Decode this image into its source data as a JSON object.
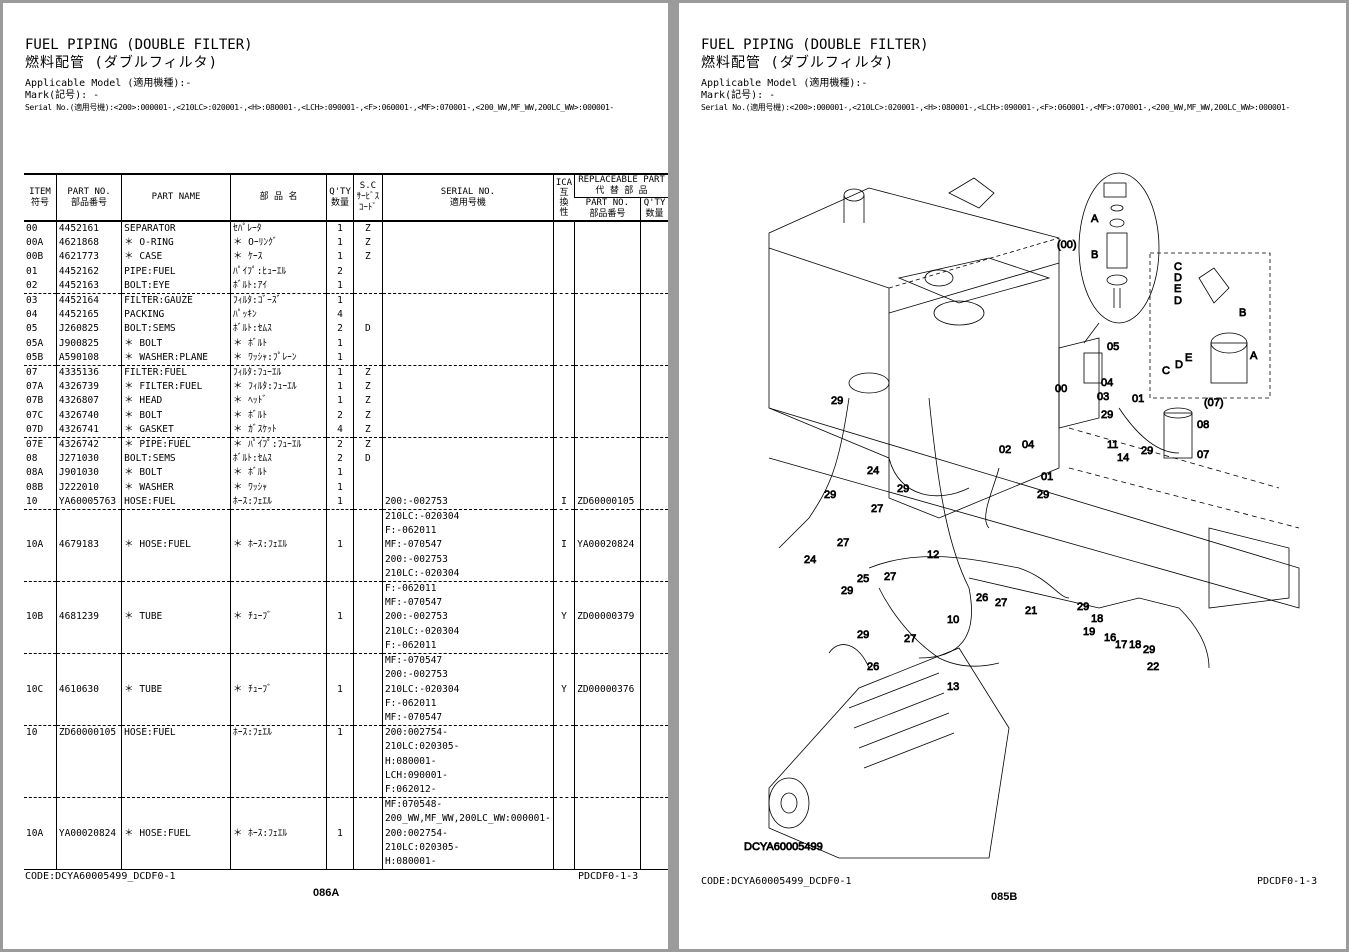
{
  "left": {
    "title_en": "FUEL PIPING (DOUBLE FILTER)",
    "title_jp": "燃料配管 (ダブルフィルタ)",
    "applicable_model": "Applicable Model (適用機種):-",
    "mark": "Mark(記号): -",
    "serial": "Serial No.(適用号機):<200>:000001-,<210LC>:020001-,<H>:080001-,<LCH>:090001-,<F>:060001-,<MF>:070001-,<200_WW,MF_WW,200LC_WW>:000001-",
    "code": "CODE:DCYA60005499_DCDF0-1",
    "ref": "PDCDF0-1-3",
    "page_number": "086A",
    "table": {
      "headers": {
        "item": [
          "ITEM",
          "符号"
        ],
        "part_no": [
          "PART NO.",
          "部品番号"
        ],
        "part_name": "PART NAME",
        "jp_name": "部 品 名",
        "qty": [
          "Q'TY",
          "数量"
        ],
        "sc": [
          "S.C",
          "ｻｰﾋﾞｽ",
          "ｺｰﾄﾞ"
        ],
        "serial": [
          "SERIAL NO.",
          "適用号機"
        ],
        "ica": [
          "ICA",
          "互",
          "換",
          "性"
        ],
        "replaceable": [
          "REPLACEABLE PART",
          "代 替 部 品"
        ],
        "rep_part_no": [
          "PART NO.",
          "部品番号"
        ],
        "rep_qty": [
          "Q'TY",
          "数量"
        ]
      },
      "groups": [
        [
          [
            "00",
            "4452161",
            "SEPARATOR",
            "ｾﾊﾟﾚｰﾀ",
            "1",
            "Z",
            "",
            "",
            "",
            ""
          ],
          [
            "00A",
            "4621868",
            "＊ O-RING",
            "＊ Oｰﾘﾝｸﾞ",
            "1",
            "Z",
            "",
            "",
            "",
            ""
          ],
          [
            "00B",
            "4621773",
            "＊ CASE",
            "＊ ｹｰｽ",
            "1",
            "Z",
            "",
            "",
            "",
            ""
          ],
          [
            "01",
            "4452162",
            "PIPE:FUEL",
            "ﾊﾟｲﾌﾟ:ﾋｭｰｴﾙ",
            "2",
            "",
            "",
            "",
            "",
            ""
          ],
          [
            "02",
            "4452163",
            "BOLT:EYE",
            "ﾎﾞﾙﾄ:ｱｲ",
            "1",
            "",
            "",
            "",
            "",
            ""
          ]
        ],
        [
          [
            "03",
            "4452164",
            "FILTER:GAUZE",
            "ﾌｨﾙﾀ:ｺﾞｰｽﾞ",
            "1",
            "",
            "",
            "",
            "",
            ""
          ],
          [
            "04",
            "4452165",
            "PACKING",
            "ﾊﾟｯｷﾝ",
            "4",
            "",
            "",
            "",
            "",
            ""
          ],
          [
            "05",
            "J260825",
            "BOLT:SEMS",
            "ﾎﾞﾙﾄ:ｾﾑｽ",
            "2",
            "D",
            "",
            "",
            "",
            ""
          ],
          [
            "05A",
            "J900825",
            "＊ BOLT",
            "＊ ﾎﾞﾙﾄ",
            "1",
            "",
            "",
            "",
            "",
            ""
          ],
          [
            "05B",
            "A590108",
            "＊ WASHER:PLANE",
            "＊ ﾜｯｼｬ:ﾌﾟﾚｰﾝ",
            "1",
            "",
            "",
            "",
            "",
            ""
          ]
        ],
        [
          [
            "07",
            "4335136",
            "FILTER:FUEL",
            "ﾌｨﾙﾀ:ﾌｭｰｴﾙ",
            "1",
            "Z",
            "",
            "",
            "",
            ""
          ],
          [
            "07A",
            "4326739",
            "＊ FILTER:FUEL",
            "＊ ﾌｨﾙﾀ:ﾌｭｰｴﾙ",
            "1",
            "Z",
            "",
            "",
            "",
            ""
          ],
          [
            "07B",
            "4326807",
            "＊ HEAD",
            "＊ ﾍｯﾄﾞ",
            "1",
            "Z",
            "",
            "",
            "",
            ""
          ],
          [
            "07C",
            "4326740",
            "＊ BOLT",
            "＊ ﾎﾞﾙﾄ",
            "2",
            "Z",
            "",
            "",
            "",
            ""
          ],
          [
            "07D",
            "4326741",
            "＊ GASKET",
            "＊ ｶﾞｽｹｯﾄ",
            "4",
            "Z",
            "",
            "",
            "",
            ""
          ]
        ],
        [
          [
            "07E",
            "4326742",
            "＊ PIPE:FUEL",
            "＊ ﾊﾟｲﾌﾟ:ﾌｭｰｴﾙ",
            "2",
            "Z",
            "",
            "",
            "",
            ""
          ],
          [
            "08",
            "J271030",
            "BOLT:SEMS",
            "ﾎﾞﾙﾄ:ｾﾑｽ",
            "2",
            "D",
            "",
            "",
            "",
            ""
          ],
          [
            "08A",
            "J901030",
            "＊ BOLT",
            "＊ ﾎﾞﾙﾄ",
            "1",
            "",
            "",
            "",
            "",
            ""
          ],
          [
            "08B",
            "J222010",
            "＊ WASHER",
            "＊ ﾜｯｼｬ",
            "1",
            "",
            "",
            "",
            "",
            ""
          ],
          [
            "10",
            "YA60005763",
            "HOSE:FUEL",
            "ﾎｰｽ:ﾌｪｴﾙ",
            "1",
            "",
            "200:-002753",
            "I",
            "ZD60000105",
            ""
          ]
        ]
      ],
      "big_rows": [
        {
          "item": "10A",
          "part_no": "4679183",
          "name": "＊ HOSE:FUEL",
          "jp": "＊ ﾎｰｽ:ﾌｪｴﾙ",
          "qty": "1",
          "sc": "",
          "serial": [
            "210LC:-020304",
            "F:-062011",
            "MF:-070547",
            "200:-002753",
            "210LC:-020304"
          ],
          "ica": "I",
          "rep": "YA00020824",
          "rep_qty": ""
        },
        {
          "item": "10B",
          "part_no": "4681239",
          "name": "＊ TUBE",
          "jp": "＊ ﾁｭｰﾌﾞ",
          "qty": "1",
          "sc": "",
          "serial": [
            "F:-062011",
            "MF:-070547",
            "200:-002753",
            "210LC:-020304",
            "F:-062011"
          ],
          "ica": "Y",
          "rep": "ZD00000379",
          "rep_qty": ""
        },
        {
          "item": "10C",
          "part_no": "4610630",
          "name": "＊ TUBE",
          "jp": "＊ ﾁｭｰﾌﾞ",
          "qty": "1",
          "sc": "",
          "serial": [
            "MF:-070547",
            "200:-002753",
            "210LC:-020304",
            "F:-062011",
            "MF:-070547"
          ],
          "ica": "Y",
          "rep": "ZD00000376",
          "rep_qty": ""
        },
        {
          "item": "10",
          "part_no": "ZD60000105",
          "name": "HOSE:FUEL",
          "jp": "ﾎｰｽ:ﾌｪｴﾙ",
          "qty": "1",
          "sc": "",
          "serial": [
            "200:002754-",
            "210LC:020305-",
            "H:080001-",
            "LCH:090001-",
            "F:062012-"
          ],
          "ica": "",
          "rep": "",
          "rep_qty": "",
          "top_align": true
        },
        {
          "item": "10A",
          "part_no": "YA00020824",
          "name": "＊ HOSE:FUEL",
          "jp": "＊ ﾎｰｽ:ﾌｪｴﾙ",
          "qty": "1",
          "sc": "",
          "serial": [
            "MF:070548-",
            "200_WW,MF_WW,200LC_WW:000001-",
            "200:002754-",
            "210LC:020305-",
            "H:080001-"
          ],
          "ica": "",
          "rep": "",
          "rep_qty": ""
        }
      ]
    }
  },
  "right": {
    "title_en": "FUEL PIPING (DOUBLE FILTER)",
    "title_jp": "燃料配管 (ダブルフィルタ)",
    "applicable_model": "Applicable Model (適用機種):-",
    "mark": "Mark(記号): -",
    "serial": "Serial No.(適用号機):<200>:000001-,<210LC>:020001-,<H>:080001-,<LCH>:090001-,<F>:060001-,<MF>:070001-,<200_WW,MF_WW,200LC_WW>:000001-",
    "code": "CODE:DCYA60005499_DCDF0-1",
    "ref": "PDCDF0-1-3",
    "page_number": "085B",
    "diagram": {
      "drawing_id": "DCYA60005499",
      "callouts": [
        "A",
        "(00)",
        "B",
        "05",
        "00",
        "04",
        "03",
        "01",
        "29",
        "08",
        "11",
        "14",
        "07",
        "29",
        "02",
        "04",
        "01",
        "29",
        "24",
        "29",
        "27",
        "29",
        "29",
        "24",
        "27",
        "12",
        "25",
        "27",
        "29",
        "26",
        "27",
        "21",
        "10",
        "29",
        "18",
        "19",
        "16",
        "17",
        "18",
        "29",
        "22",
        "29",
        "27",
        "26",
        "13",
        "C",
        "D",
        "E",
        "D",
        "B",
        "C",
        "D",
        "E",
        "A",
        "(07)"
      ]
    }
  }
}
